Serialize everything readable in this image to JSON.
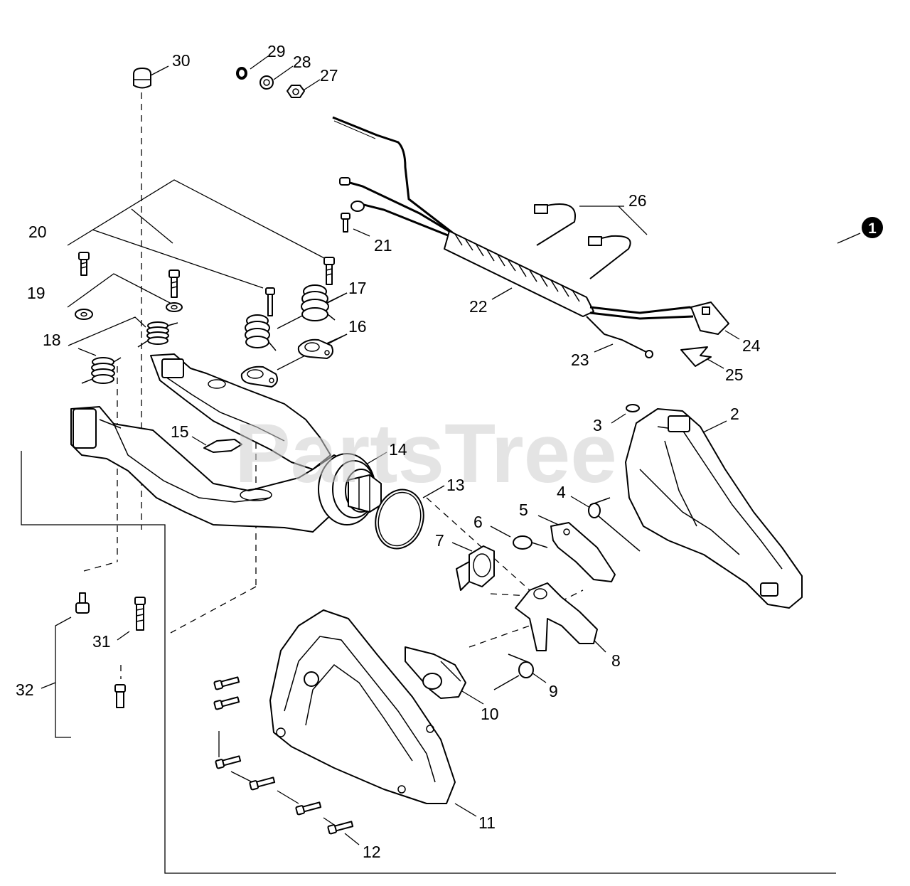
{
  "watermark": "PartsTree",
  "badge": "1",
  "callouts": {
    "c2": "2",
    "c3": "3",
    "c4": "4",
    "c5": "5",
    "c6": "6",
    "c7": "7",
    "c8": "8",
    "c9": "9",
    "c10": "10",
    "c11": "11",
    "c12": "12",
    "c13": "13",
    "c14": "14",
    "c15": "15",
    "c16": "16",
    "c17": "17",
    "c18": "18",
    "c19": "19",
    "c20": "20",
    "c21": "21",
    "c22": "22",
    "c23": "23",
    "c24": "24",
    "c25": "25",
    "c26": "26",
    "c27": "27",
    "c28": "28",
    "c29": "29",
    "c30": "30",
    "c31": "31",
    "c32": "32"
  }
}
